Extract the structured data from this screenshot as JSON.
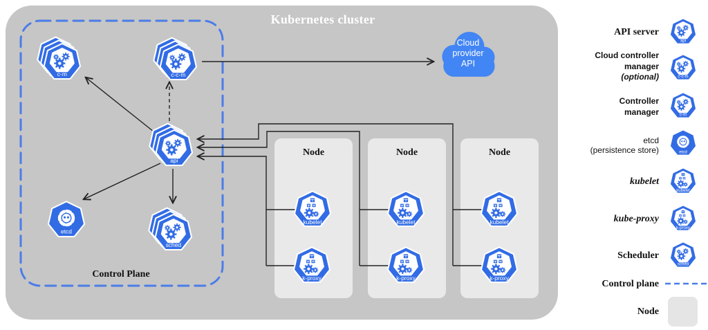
{
  "title": "Kubernetes cluster",
  "control_plane_label": "Control Plane",
  "node_label": "Node",
  "cloud": {
    "line1": "Cloud",
    "line2": "provider",
    "line3": "API"
  },
  "icons": {
    "api": "api",
    "c_m": "c-m",
    "c_c_m": "c-c-m",
    "etcd": "etcd",
    "sched": "sched",
    "kubelet": "kubelet",
    "k_proxy": "k-proxy"
  },
  "legend": {
    "api_server": "API server",
    "ccm_line1": "Cloud controller",
    "ccm_line2": "manager",
    "ccm_line3": "(optional)",
    "cm_line1": "Controller",
    "cm_line2": "manager",
    "etcd_line1": "etcd",
    "etcd_line2": "(persistence store)",
    "kubelet": "kubelet",
    "kube_proxy": "kube-proxy",
    "scheduler": "Scheduler",
    "control_plane": "Control plane",
    "node": "Node"
  },
  "colors": {
    "k8s_blue": "#326ce5",
    "cloud_blue": "#4285f4",
    "control_plane_dash": "#4b7ce8",
    "cluster_gray": "#c6c6c6",
    "node_gray": "#e9e9e9",
    "line": "#222222"
  }
}
